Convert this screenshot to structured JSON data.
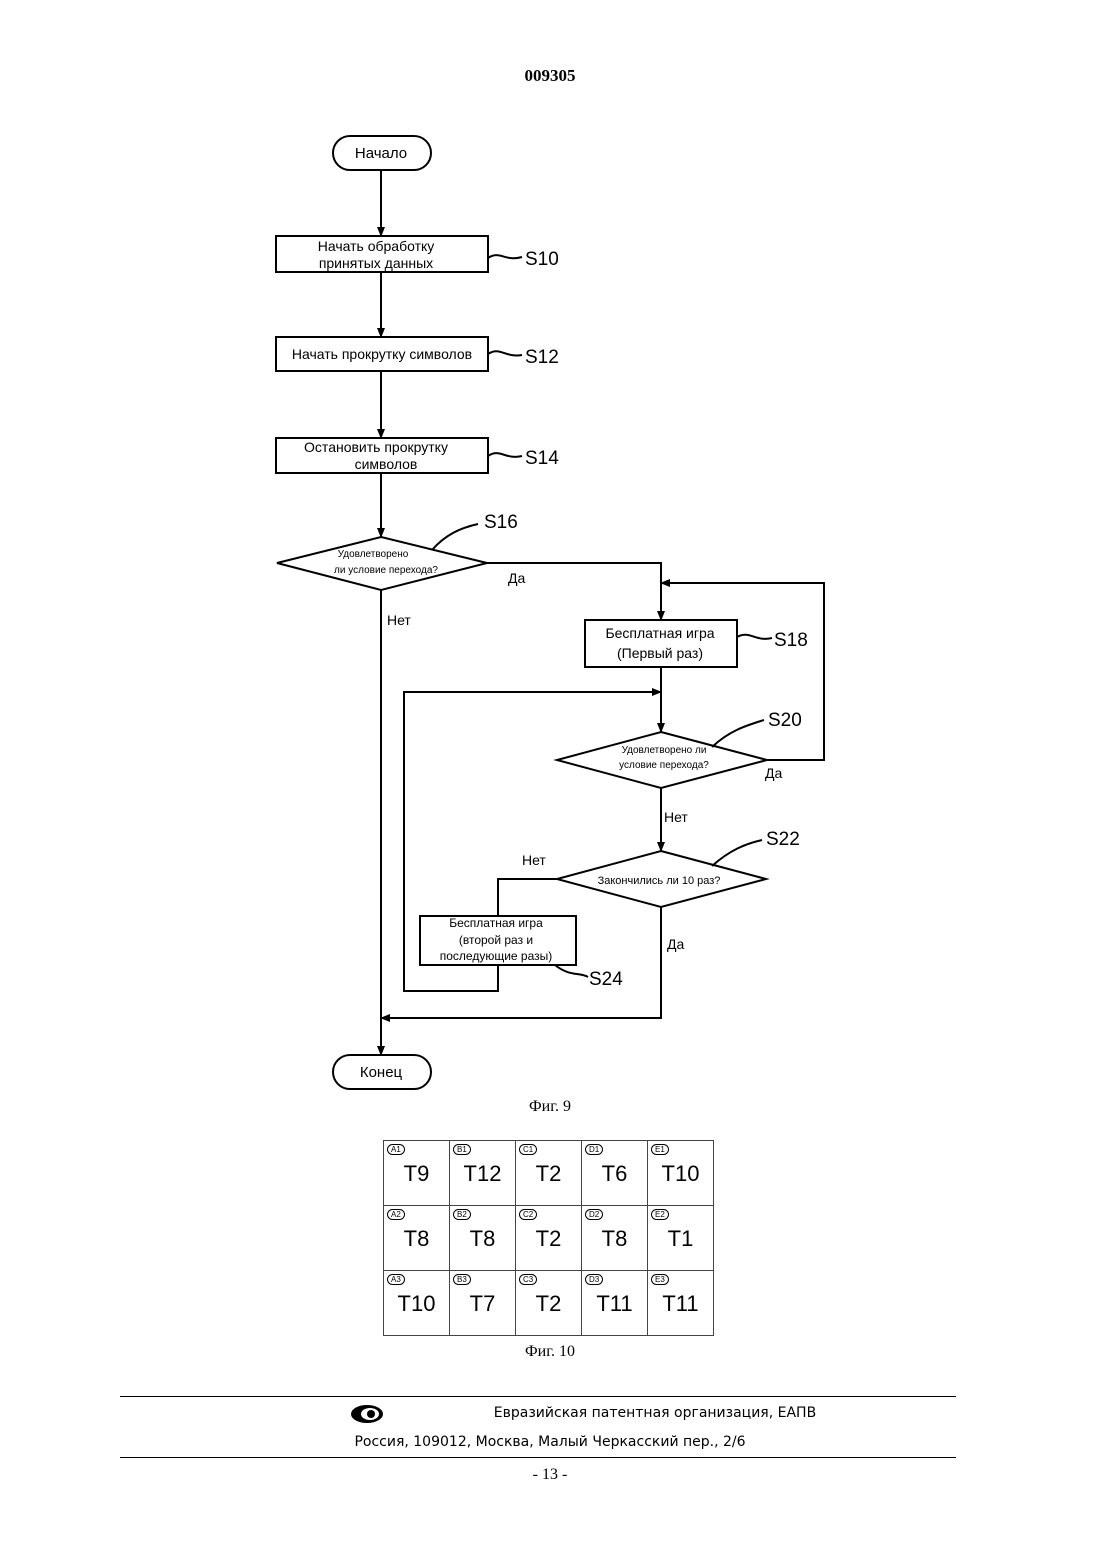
{
  "document_number": "009305",
  "figure9": {
    "start": "Начало",
    "end": "Конец",
    "steps": {
      "s10": {
        "text1": "Начать обработку",
        "text2": "принятых данных",
        "label": "S10"
      },
      "s12": {
        "text1": "Начать прокрутку символов",
        "label": "S12"
      },
      "s14": {
        "text1": "Остановить прокрутку",
        "text2": "символов",
        "label": "S14"
      },
      "s16": {
        "text1": "Удовлетворено",
        "text2": "ли условие перехода?",
        "label": "S16"
      },
      "s18": {
        "text1": "Бесплатная игра",
        "text2": "(Первый раз)",
        "label": "S18"
      },
      "s20": {
        "text1": "Удовлетворено ли",
        "text2": "условие перехода?",
        "label": "S20"
      },
      "s22": {
        "text1": "Закончились ли 10 раз?",
        "label": "S22"
      },
      "s24": {
        "text1": "Бесплатная игра",
        "text2": "(второй раз и",
        "text3": "последующие разы)",
        "label": "S24"
      }
    },
    "branch_labels": {
      "s16_yes": "Да",
      "s16_no": "Нет",
      "s20_yes": "Да",
      "s20_no": "Нет",
      "s22_no": "Нет",
      "s22_yes": "Да"
    },
    "caption": "Фиг. 9"
  },
  "figure10": {
    "rows": [
      [
        {
          "id": "A1",
          "value": "T9"
        },
        {
          "id": "B1",
          "value": "T12"
        },
        {
          "id": "C1",
          "value": "T2"
        },
        {
          "id": "D1",
          "value": "T6"
        },
        {
          "id": "E1",
          "value": "T10"
        }
      ],
      [
        {
          "id": "A2",
          "value": "T8"
        },
        {
          "id": "B2",
          "value": "T8"
        },
        {
          "id": "C2",
          "value": "T2"
        },
        {
          "id": "D2",
          "value": "T8"
        },
        {
          "id": "E2",
          "value": "T1"
        }
      ],
      [
        {
          "id": "A3",
          "value": "T10"
        },
        {
          "id": "B3",
          "value": "T7"
        },
        {
          "id": "C3",
          "value": "T2"
        },
        {
          "id": "D3",
          "value": "T11"
        },
        {
          "id": "E3",
          "value": "T11"
        }
      ]
    ],
    "caption": "Фиг. 10"
  },
  "footer": {
    "organization": "Евразийская патентная организация, ЕАПВ",
    "address": "Россия, 109012, Москва, Малый Черкасский пер., 2/6",
    "page": "- 13 -"
  }
}
